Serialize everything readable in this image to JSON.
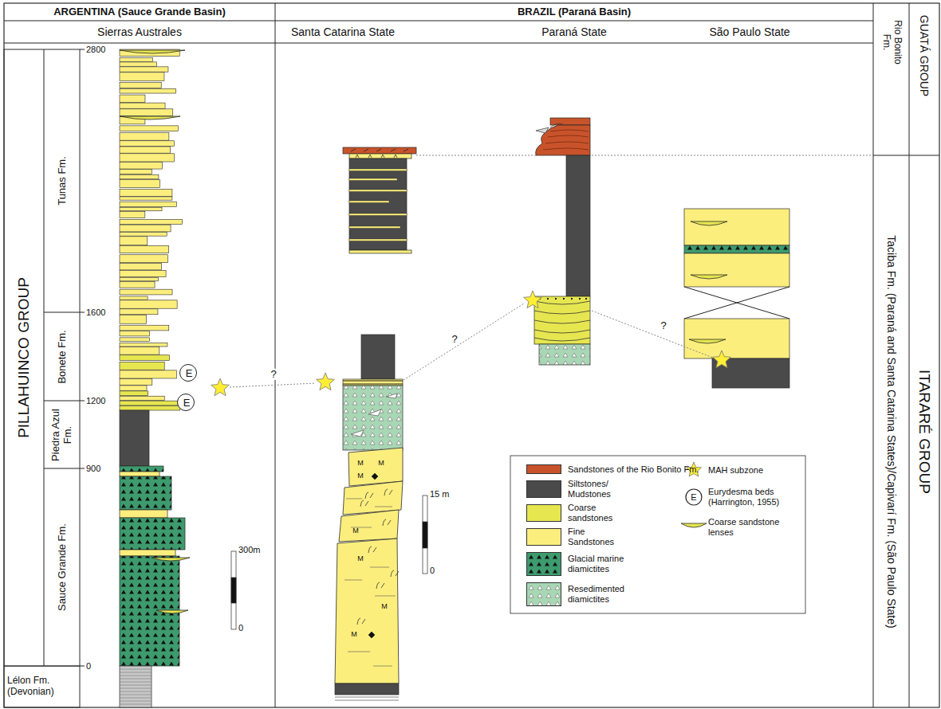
{
  "diagram": {
    "nodes": [
      {
        "text": [
          "ARGENTINA (Sauce Grande Basin)"
        ]
      },
      {
        "text": [
          "BRAZIL (Paraná Basin)"
        ]
      },
      {
        "text": [
          "Sierras Australes"
        ]
      },
      {
        "text": [
          "Santa Catarina State"
        ]
      },
      {
        "text": [
          "Paraná State"
        ]
      },
      {
        "text": [
          "São Paulo State"
        ]
      },
      {
        "text": [
          "PILLAHUINCO GROUP"
        ]
      },
      {
        "text": [
          "Tunas Fm."
        ],
        "in": 6
      },
      {
        "text": [
          "Bonete Fm."
        ],
        "in": 6
      },
      {
        "text": [
          "Piedra Azul Fm."
        ],
        "in": 6
      },
      {
        "text": [
          "Sauce Grande Fm."
        ],
        "in": 6
      },
      {
        "text": [
          "Lélon Fm. (Devonian)"
        ]
      },
      {
        "text": [
          "Rio Bonito Fm."
        ]
      },
      {
        "text": [
          "GUATÁ GROUP"
        ]
      },
      {
        "text": [
          "Taciba Fm. (Paraná and Santa Catarina States)/Capivarí Fm. (São Paulo State)"
        ]
      },
      {
        "text": [
          "ITARARÉ GROUP"
        ]
      },
      {
        "text": [
          "E"
        ]
      },
      {
        "text": [
          "E"
        ]
      }
    ],
    "labels": [
      "2800",
      "1600",
      "1200",
      "900",
      "0",
      "300m",
      "0",
      "?",
      "?",
      "?",
      "15 m",
      "0",
      "M",
      "M",
      "M",
      "M",
      "M",
      "M",
      "M",
      "E"
    ],
    "legend": [
      {
        "text": "Sandstones of the Rio Bonito Fm.",
        "color": "#c8532b"
      },
      {
        "text": "Siltstones/ Mudstones",
        "color": "#4a4a4a"
      },
      {
        "text": "Coarse sandstones",
        "color": "#e6e650"
      },
      {
        "text": "Fine Sandstones",
        "color": "#fbee7d"
      },
      {
        "text": "Glacial marine diamictites",
        "color": "#3d9b6e"
      },
      {
        "text": "Resedimented diamictites",
        "color": "#a9d6b5"
      },
      {
        "text": "MAH subzone"
      },
      {
        "text": "Eurydesma beds (Harrington, 1955)"
      },
      {
        "text": "Coarse sandstone lenses"
      }
    ]
  }
}
